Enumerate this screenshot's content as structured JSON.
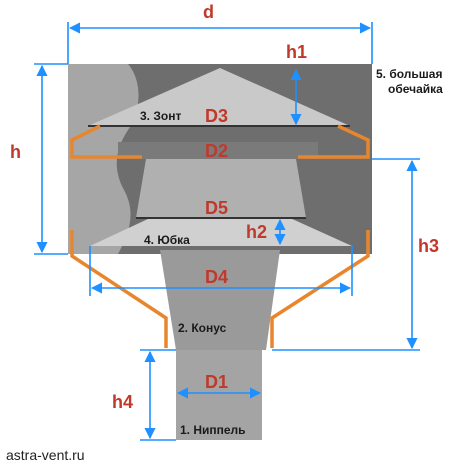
{
  "site": "astra-vent.ru",
  "dimensions": {
    "d": "d",
    "h": "h",
    "h1": "h1",
    "h2": "h2",
    "h3": "h3",
    "h4": "h4",
    "D1": "D1",
    "D2": "D2",
    "D3": "D3",
    "D4": "D4",
    "D5": "D5"
  },
  "parts": {
    "nipple": "1. Ниппель",
    "cone": "2. Конус",
    "umbrella": "3. Зонт",
    "skirt": "4. Юбка",
    "shell_line1": "5. большая",
    "shell_line2": "обечайка"
  },
  "colors": {
    "dimension_line": "#1e90ff",
    "label": "#c0392b",
    "orange": "#e8862e",
    "dark_gray": "#6a6a6a",
    "mid_gray": "#9a9a9a",
    "light_gray": "#c8c8c8"
  }
}
